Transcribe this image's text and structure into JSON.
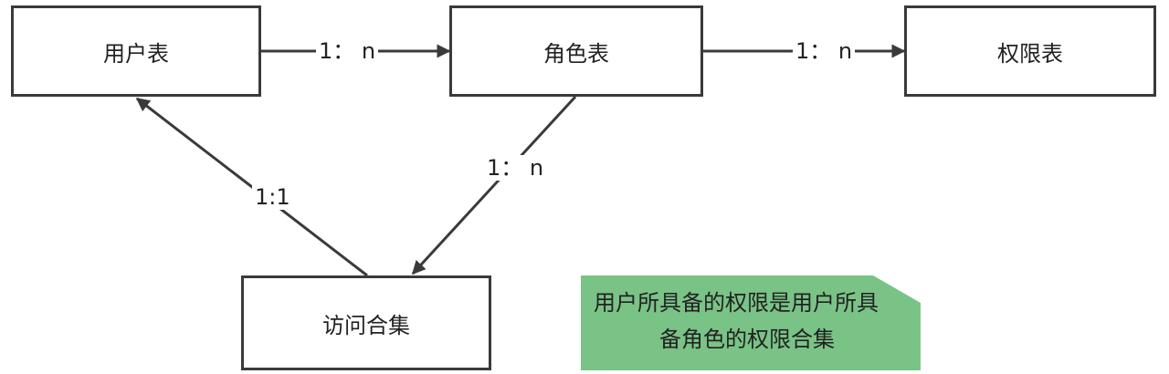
{
  "nodes": {
    "user_table": "用户表",
    "role_table": "角色表",
    "permission_table": "权限表",
    "access_set": "访问合集"
  },
  "edges": {
    "user_role": "1： n",
    "role_permission": "1： n",
    "role_access": "1： n",
    "access_user": "1:1"
  },
  "note": {
    "line1": "用户所具备的权限是用户所具",
    "line2": "备角色的权限合集"
  },
  "colors": {
    "stroke": "#3a3a3a",
    "note_fill": "#7ac386"
  }
}
